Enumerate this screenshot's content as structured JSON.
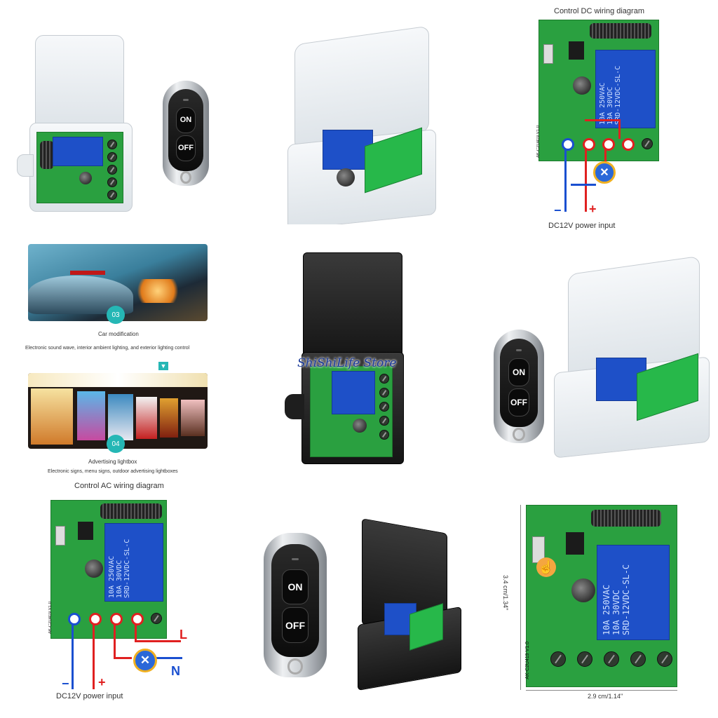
{
  "dc_diagram": {
    "title": "Control DC wiring diagram",
    "power_label": "DC12V power input",
    "minus": "−",
    "plus": "+",
    "relay_lines": [
      "10A 250VAC",
      "10A 30VDC",
      "SRD-12VDC-SL-C"
    ],
    "board_model": "AK-C2U419 V1.0"
  },
  "ac_diagram": {
    "title": "Control AC wiring diagram",
    "power_label": "DC12V power input",
    "minus": "−",
    "plus": "+",
    "line_L": "L",
    "line_N": "N",
    "relay_lines": [
      "10A 250VAC",
      "10A 30VDC",
      "SRD-12VDC-SL-C"
    ],
    "board_model": "AK-C2U419 V1.0"
  },
  "applications": [
    {
      "number": "03",
      "title": "Car modification",
      "description": "Electronic sound wave, interior ambient lighting, and exterior lighting control"
    },
    {
      "number": "04",
      "title": "Advertising lightbox",
      "description": "Electronic signs, menu signs, outdoor advertising lightboxes"
    }
  ],
  "watermark": "ShiShiLife Store",
  "remote": {
    "on_label": "ON",
    "off_label": "OFF"
  },
  "dimensions": {
    "height_label": "3.4 cm/1.34\"",
    "width_label": "2.9 cm/1.14\""
  },
  "dimension_board": {
    "relay_lines": [
      "10A 250VAC",
      "10A 30VDC",
      "SRD-12VDC-SL-C"
    ],
    "board_model": "AK-C2U419 V1.0"
  },
  "colors": {
    "wire_positive": "#e02020",
    "wire_negative": "#1a4fd0",
    "pcb_green": "#2aa040",
    "relay_blue": "#1e50c8",
    "badge_teal": "#25b7b5"
  },
  "icons": [
    "lamp-icon",
    "pointing-hand-icon",
    "chevron-down-icon",
    "signal-icon"
  ]
}
